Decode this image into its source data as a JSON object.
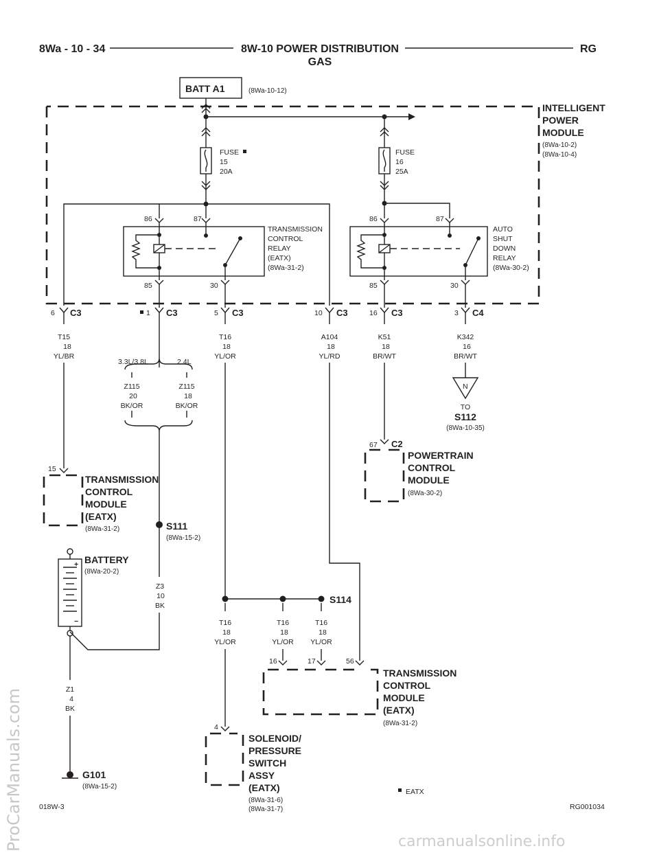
{
  "header": {
    "page_number": "8Wa - 10 - 34",
    "title_line1": "8W-10 POWER DISTRIBUTION",
    "title_line2": "GAS",
    "code": "RG"
  },
  "batt": {
    "label": "BATT A1",
    "ref": "(8Wa-10-12)"
  },
  "ipm": {
    "line1": "INTELLIGENT",
    "line2": "POWER",
    "line3": "MODULE",
    "ref1": "(8Wa-10-2)",
    "ref2": "(8Wa-10-4)"
  },
  "fuse15": {
    "l1": "FUSE",
    "l2": "15",
    "l3": "20A"
  },
  "fuse16": {
    "l1": "FUSE",
    "l2": "16",
    "l3": "25A"
  },
  "relay_tc": {
    "pin86": "86",
    "pin87": "87",
    "pin85": "85",
    "pin30": "30",
    "l1": "TRANSMISSION",
    "l2": "CONTROL",
    "l3": "RELAY",
    "l4": "(EATX)",
    "l5": "(8Wa-31-2)"
  },
  "relay_asd": {
    "pin86": "86",
    "pin87": "87",
    "pin85": "85",
    "pin30": "30",
    "l1": "AUTO",
    "l2": "SHUT",
    "l3": "DOWN",
    "l4": "RELAY",
    "l5": "(8Wa-30-2)"
  },
  "connectors": [
    {
      "pin": "6",
      "name": "C3"
    },
    {
      "pin": "1",
      "name": "C3"
    },
    {
      "pin": "5",
      "name": "C3"
    },
    {
      "pin": "10",
      "name": "C3"
    },
    {
      "pin": "16",
      "name": "C3"
    },
    {
      "pin": "3",
      "name": "C4"
    }
  ],
  "wires": [
    {
      "code": "T15",
      "gauge": "18",
      "color": "YL/BR"
    },
    {
      "code": "T16",
      "gauge": "18",
      "color": "YL/OR"
    },
    {
      "code": "A104",
      "gauge": "18",
      "color": "YL/RD"
    },
    {
      "code": "K51",
      "gauge": "18",
      "color": "BR/WT"
    },
    {
      "code": "K342",
      "gauge": "16",
      "color": "BR/WT"
    }
  ],
  "engine_split": {
    "left_label": "3.3L/3.8L",
    "right_label": "2.4L",
    "left_wire": {
      "code": "Z115",
      "gauge": "20",
      "color": "BK/OR"
    },
    "right_wire": {
      "code": "Z115",
      "gauge": "18",
      "color": "BK/OR"
    }
  },
  "s112": {
    "n": "N",
    "to": "TO",
    "name": "S112",
    "ref": "(8Wa-10-35)"
  },
  "pcm": {
    "pin": "67",
    "conn": "C2",
    "l1": "POWERTRAIN",
    "l2": "CONTROL",
    "l3": "MODULE",
    "ref": "(8Wa-30-2)"
  },
  "tcm_left": {
    "pin": "15",
    "l1": "TRANSMISSION",
    "l2": "CONTROL",
    "l3": "MODULE",
    "l4": "(EATX)",
    "ref": "(8Wa-31-2)"
  },
  "s111": {
    "name": "S111",
    "ref": "(8Wa-15-2)"
  },
  "battery": {
    "name": "BATTERY",
    "ref": "(8Wa-20-2)",
    "plus": "+",
    "minus": "−"
  },
  "z3": {
    "code": "Z3",
    "gauge": "10",
    "color": "BK"
  },
  "z1": {
    "code": "Z1",
    "gauge": "4",
    "color": "BK"
  },
  "g101": {
    "name": "G101",
    "ref": "(8Wa-15-2)"
  },
  "s114": {
    "name": "S114"
  },
  "t16_lower": [
    {
      "code": "T16",
      "gauge": "18",
      "color": "YL/OR"
    },
    {
      "code": "T16",
      "gauge": "18",
      "color": "YL/OR"
    },
    {
      "code": "T16",
      "gauge": "18",
      "color": "YL/OR"
    }
  ],
  "tcm_bottom": {
    "pin16": "16",
    "pin17": "17",
    "pin56": "56",
    "l1": "TRANSMISSION",
    "l2": "CONTROL",
    "l3": "MODULE",
    "l4": "(EATX)",
    "ref": "(8Wa-31-2)"
  },
  "solenoid": {
    "pin": "4",
    "l1": "SOLENOID/",
    "l2": "PRESSURE",
    "l3": "SWITCH",
    "l4": "ASSY",
    "l5": "(EATX)",
    "ref1": "(8Wa-31-6)",
    "ref2": "(8Wa-31-7)"
  },
  "footnote": {
    "symbol": "■",
    "text": "EATX"
  },
  "footer": {
    "left": "018W-3",
    "right": "RG001034"
  },
  "watermarks": {
    "side": "ProCarManuals.com",
    "bottom": "carmanualsonline.info"
  }
}
